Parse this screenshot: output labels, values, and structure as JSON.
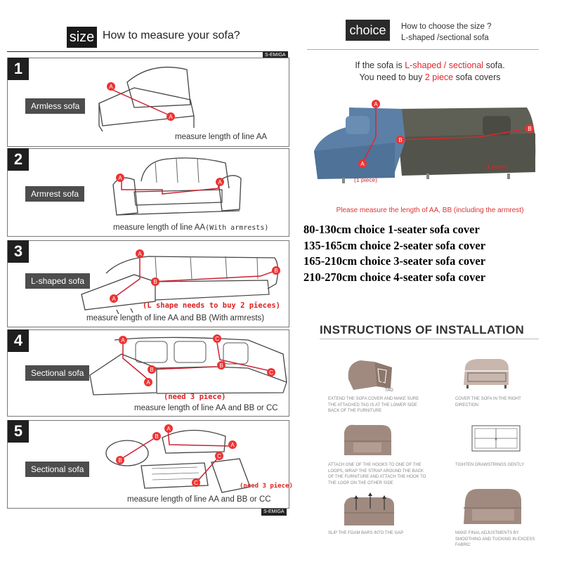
{
  "header": {
    "size_tag": "size",
    "title": "How to measure your sofa?",
    "brand": "S-EMIGA"
  },
  "steps": [
    {
      "number": "1",
      "label": "Armless sofa",
      "measure": "measure length of line AA"
    },
    {
      "number": "2",
      "label": "Armrest sofa",
      "measure_a": "measure length of line AA",
      "measure_b": "(With armrests)"
    },
    {
      "number": "3",
      "label": "L-shaped sofa",
      "note": "(L shape needs to buy 2 pieces)",
      "measure": "measure length of line AA and BB (With armrests)"
    },
    {
      "number": "4",
      "label": "Sectional sofa",
      "note": "(need 3 piece)",
      "measure": "measure length of line AA and BB or CC"
    },
    {
      "number": "5",
      "label": "Sectional sofa",
      "note": "(need 3 piece)",
      "measure": "measure length of line AA and BB or CC"
    }
  ],
  "markers": {
    "a": "A",
    "b": "B",
    "c": "C"
  },
  "choice": {
    "tag": "choice",
    "title_line1": "How to choose the size ?",
    "title_line2": "L-shaped /sectional sofa",
    "line1_pre": "If the sofa is ",
    "line1_red": "L-shaped / sectional",
    "line1_post": " sofa.",
    "line2_pre": "You need to buy ",
    "line2_red": "2 piece",
    "line2_post": "  sofa covers",
    "piece_left": "(1 piece)",
    "piece_right": "(1 piece)",
    "caption": "Please measure the length of AA, BB (including the armrest)"
  },
  "sizes": [
    "80-130cm  choice 1-seater sofa cover",
    "135-165cm choice 2-seater sofa cover",
    "165-210cm choice 3-seater sofa cover",
    "210-270cm choice 4-seater sofa cover"
  ],
  "installation": {
    "title": "INSTRUCTIONS OF  INSTALLATION",
    "tag_label": "TAG",
    "steps": [
      "EXTEND THE SOFA COVER AND MAKE SURE THE ATTACHED TAG IS AT THE LOWER SIDE BACK OF THE FURNITURE",
      "COVER THE SOFA IN THE RIGHT DIRECTION",
      "ATTACH ONE OF THE HOOKS TO ONE OF THE LOOPS, WRAP THE STRAP AROUND THE BACK OF THE FURNITURE AND ATTACH THE HOOK TO THE LOOP ON THE OTHER SIDE",
      "TIGHTEN DRAWSTRINGS GENTLY",
      "SLIP THE FOAM BARS INTO THE GAP",
      "MAKE FINAL ADJUSTMENTS BY SMOOTHING AND TUCKING IN EXCESS FABRIC"
    ]
  },
  "colors": {
    "accent_red": "#e0262b",
    "sofa_blue": "#5b7fa6",
    "sofa_gray": "#5e5f55",
    "cover_tan": "#a08a80"
  }
}
